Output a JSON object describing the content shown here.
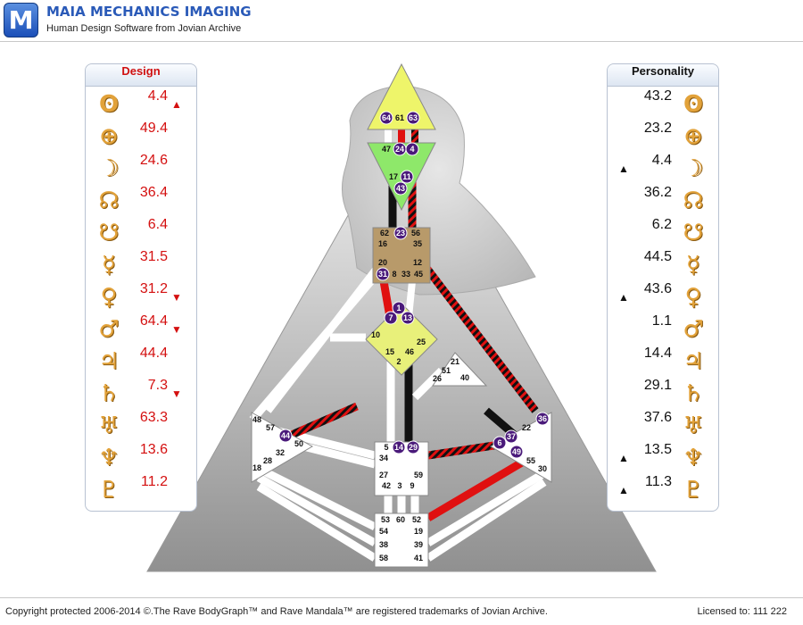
{
  "app": {
    "title": "MAIA MECHANICS IMAGING",
    "subtitle": "Human Design Software from Jovian Archive",
    "logo_letter": "M"
  },
  "design": {
    "header": "Design",
    "rows": [
      {
        "icon": "sun-icon",
        "glyph": "ʘ",
        "value": "4.4",
        "arrow": "▲"
      },
      {
        "icon": "earth-icon",
        "glyph": "⊕",
        "value": "49.4",
        "arrow": ""
      },
      {
        "icon": "moon-icon",
        "glyph": "☽",
        "value": "24.6",
        "arrow": ""
      },
      {
        "icon": "north-node-icon",
        "glyph": "☊",
        "value": "36.4",
        "arrow": ""
      },
      {
        "icon": "south-node-icon",
        "glyph": "☋",
        "value": "6.4",
        "arrow": ""
      },
      {
        "icon": "mercury-icon",
        "glyph": "☿",
        "value": "31.5",
        "arrow": ""
      },
      {
        "icon": "venus-icon",
        "glyph": "♀",
        "value": "31.2",
        "arrow": "▼"
      },
      {
        "icon": "mars-icon",
        "glyph": "♂",
        "value": "64.4",
        "arrow": "▼"
      },
      {
        "icon": "jupiter-icon",
        "glyph": "♃",
        "value": "44.4",
        "arrow": ""
      },
      {
        "icon": "saturn-icon",
        "glyph": "♄",
        "value": "7.3",
        "arrow": "▼"
      },
      {
        "icon": "uranus-icon",
        "glyph": "♅",
        "value": "63.3",
        "arrow": ""
      },
      {
        "icon": "neptune-icon",
        "glyph": "♆",
        "value": "13.6",
        "arrow": ""
      },
      {
        "icon": "pluto-icon",
        "glyph": "♇",
        "value": "11.2",
        "arrow": ""
      }
    ]
  },
  "personality": {
    "header": "Personality",
    "rows": [
      {
        "icon": "sun-icon",
        "glyph": "ʘ",
        "value": "43.2",
        "arrow": ""
      },
      {
        "icon": "earth-icon",
        "glyph": "⊕",
        "value": "23.2",
        "arrow": ""
      },
      {
        "icon": "moon-icon",
        "glyph": "☽",
        "value": "4.4",
        "arrow": "▲"
      },
      {
        "icon": "north-node-icon",
        "glyph": "☊",
        "value": "36.2",
        "arrow": ""
      },
      {
        "icon": "south-node-icon",
        "glyph": "☋",
        "value": "6.2",
        "arrow": ""
      },
      {
        "icon": "mercury-icon",
        "glyph": "☿",
        "value": "44.5",
        "arrow": ""
      },
      {
        "icon": "venus-icon",
        "glyph": "♀",
        "value": "43.6",
        "arrow": "▲"
      },
      {
        "icon": "mars-icon",
        "glyph": "♂",
        "value": "1.1",
        "arrow": ""
      },
      {
        "icon": "jupiter-icon",
        "glyph": "♃",
        "value": "14.4",
        "arrow": ""
      },
      {
        "icon": "saturn-icon",
        "glyph": "♄",
        "value": "29.1",
        "arrow": ""
      },
      {
        "icon": "uranus-icon",
        "glyph": "♅",
        "value": "37.6",
        "arrow": ""
      },
      {
        "icon": "neptune-icon",
        "glyph": "♆",
        "value": "13.5",
        "arrow": "▲"
      },
      {
        "icon": "pluto-icon",
        "glyph": "♇",
        "value": "11.3",
        "arrow": "▲"
      }
    ]
  },
  "bodygraph": {
    "colors": {
      "head": "#eef56a",
      "ajna": "#8ee86a",
      "throat": "#b89a6a",
      "g": "#e8f07a",
      "defined_red": "#e01010",
      "defined_black": "#111111"
    },
    "gates": [
      {
        "id": "64",
        "highlight": true
      },
      {
        "id": "61",
        "highlight": false
      },
      {
        "id": "63",
        "highlight": true
      },
      {
        "id": "47",
        "highlight": false
      },
      {
        "id": "24",
        "highlight": true
      },
      {
        "id": "4",
        "highlight": true
      },
      {
        "id": "17",
        "highlight": false
      },
      {
        "id": "11",
        "highlight": true
      },
      {
        "id": "43",
        "highlight": true
      },
      {
        "id": "62",
        "highlight": false
      },
      {
        "id": "23",
        "highlight": true
      },
      {
        "id": "56",
        "highlight": false
      },
      {
        "id": "16",
        "highlight": false
      },
      {
        "id": "35",
        "highlight": false
      },
      {
        "id": "20",
        "highlight": false
      },
      {
        "id": "12",
        "highlight": false
      },
      {
        "id": "31",
        "highlight": true
      },
      {
        "id": "8",
        "highlight": false
      },
      {
        "id": "33",
        "highlight": false
      },
      {
        "id": "45",
        "highlight": false
      },
      {
        "id": "1",
        "highlight": true
      },
      {
        "id": "7",
        "highlight": true
      },
      {
        "id": "13",
        "highlight": true
      },
      {
        "id": "10",
        "highlight": false
      },
      {
        "id": "25",
        "highlight": false
      },
      {
        "id": "15",
        "highlight": false
      },
      {
        "id": "46",
        "highlight": false
      },
      {
        "id": "2",
        "highlight": false
      },
      {
        "id": "21",
        "highlight": false
      },
      {
        "id": "51",
        "highlight": false
      },
      {
        "id": "26",
        "highlight": false
      },
      {
        "id": "40",
        "highlight": false
      },
      {
        "id": "48",
        "highlight": false
      },
      {
        "id": "57",
        "highlight": false
      },
      {
        "id": "44",
        "highlight": true
      },
      {
        "id": "50",
        "highlight": false
      },
      {
        "id": "32",
        "highlight": false
      },
      {
        "id": "28",
        "highlight": false
      },
      {
        "id": "18",
        "highlight": false
      },
      {
        "id": "36",
        "highlight": true
      },
      {
        "id": "22",
        "highlight": false
      },
      {
        "id": "37",
        "highlight": true
      },
      {
        "id": "6",
        "highlight": true
      },
      {
        "id": "49",
        "highlight": true
      },
      {
        "id": "55",
        "highlight": false
      },
      {
        "id": "30",
        "highlight": false
      },
      {
        "id": "5",
        "highlight": false
      },
      {
        "id": "14",
        "highlight": true
      },
      {
        "id": "29",
        "highlight": true
      },
      {
        "id": "34",
        "highlight": false
      },
      {
        "id": "27",
        "highlight": false
      },
      {
        "id": "59",
        "highlight": false
      },
      {
        "id": "42",
        "highlight": false
      },
      {
        "id": "3",
        "highlight": false
      },
      {
        "id": "9",
        "highlight": false
      },
      {
        "id": "53",
        "highlight": false
      },
      {
        "id": "60",
        "highlight": false
      },
      {
        "id": "52",
        "highlight": false
      },
      {
        "id": "54",
        "highlight": false
      },
      {
        "id": "19",
        "highlight": false
      },
      {
        "id": "38",
        "highlight": false
      },
      {
        "id": "39",
        "highlight": false
      },
      {
        "id": "58",
        "highlight": false
      },
      {
        "id": "41",
        "highlight": false
      }
    ]
  },
  "footer": {
    "copyright": "Copyright protected 2006-2014 ©.The Rave BodyGraph™ and Rave Mandala™ are registered trademarks of Jovian Archive.",
    "license": "Licensed to: 111 222"
  }
}
